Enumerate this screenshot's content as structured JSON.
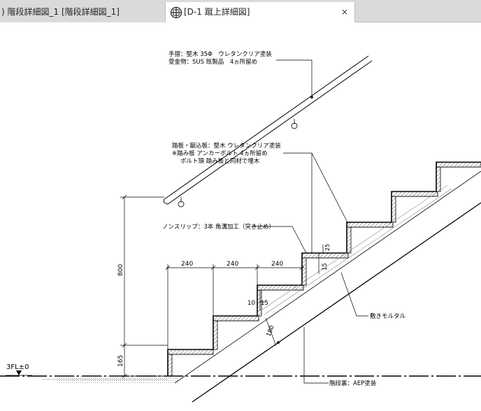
{
  "tabs": [
    {
      "label": ") 階段詳細図_1 [階段詳細図_1]"
    },
    {
      "label": "[D-1 蹴上詳細図]",
      "close": "×"
    }
  ],
  "icons": {
    "view_icon": "section-view-icon",
    "close_icon": "close-icon"
  },
  "drawing": {
    "note_handrail_1": "手摺：堅木 35Φ　ウレタンクリア塗装",
    "note_handrail_2": "受金物：SUS 既製品　4ヵ所留め",
    "note_tread_1": "踏板・蹴込板：堅木 ウレタンクリア塗装",
    "note_tread_2": "※踏み板 アンカーボルト 4ヵ所留め",
    "note_tread_3": "ボルト頭 踏み板と同材で埋木",
    "note_nosing": "ノンスリップ：3本 角溝加工（突き止め）",
    "note_mortar": "敷きモルタル",
    "note_soffit": "階段裏：AEP塗装",
    "level_label": "3FL±0",
    "dim_240_a": "240",
    "dim_240_b": "240",
    "dim_240_c": "240",
    "dim_800": "800",
    "dim_165": "165",
    "dim_10": "10",
    "dim_15_a": "15",
    "dim_15_b": "15",
    "dim_25": "25",
    "dim_180": "180"
  }
}
